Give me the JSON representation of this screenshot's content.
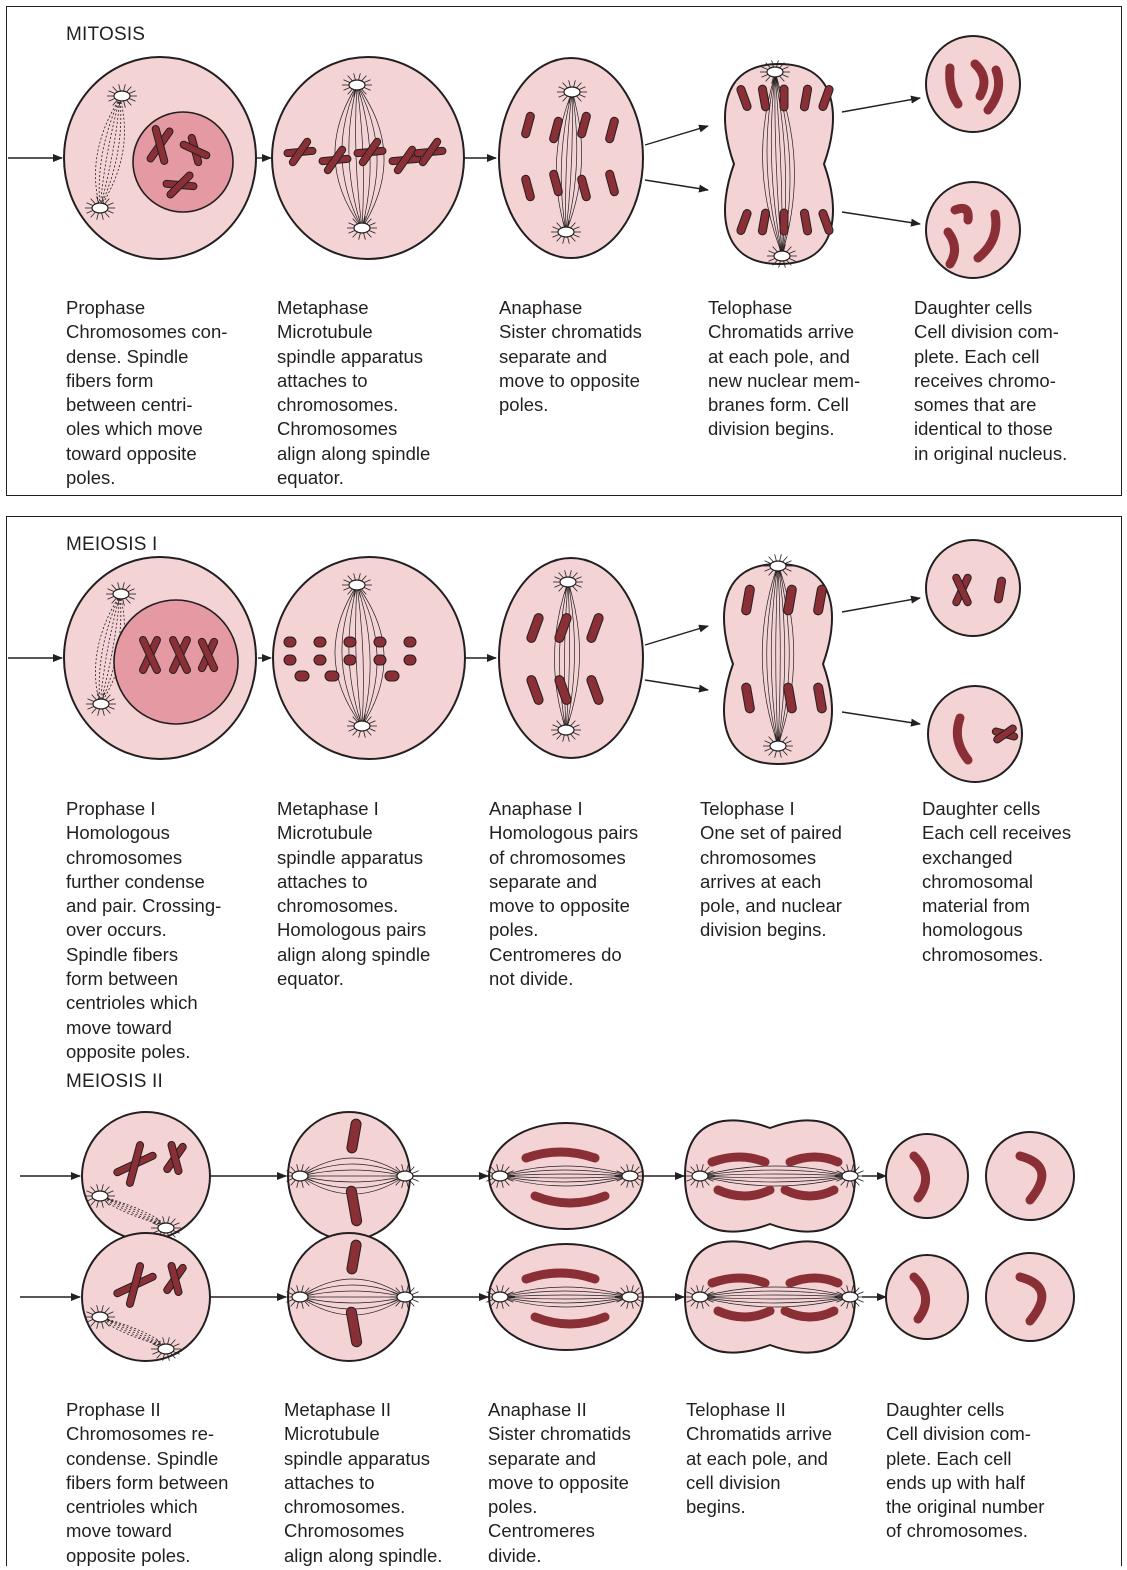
{
  "mitosis": {
    "title": "MITOSIS",
    "stages": [
      {
        "name": "Prophase",
        "desc": "Chromosomes con-\ndense. Spindle\nfibers form\nbetween centri-\noles which move\ntoward opposite\npoles."
      },
      {
        "name": "Metaphase",
        "desc": "Microtubule\nspindle apparatus\nattaches to\nchromosomes.\nChromosomes\nalign along spindle\nequator."
      },
      {
        "name": "Anaphase",
        "desc": "Sister chromatids\nseparate and\nmove to opposite\npoles."
      },
      {
        "name": "Telophase",
        "desc": "Chromatids arrive\nat each pole, and\nnew nuclear mem-\nbranes form. Cell\ndivision begins."
      },
      {
        "name": "Daughter cells",
        "desc": "Cell division com-\nplete. Each cell\nreceives chromo-\nsomes that are\nidentical to those\nin original nucleus."
      }
    ]
  },
  "meiosis1": {
    "title": "MEIOSIS I",
    "stages": [
      {
        "name": "Prophase I",
        "desc": "Homologous\nchromosomes\nfurther condense\nand pair. Crossing-\nover occurs.\nSpindle fibers\nform between\ncentrioles which\nmove toward\nopposite poles."
      },
      {
        "name": "Metaphase I",
        "desc": "Microtubule\nspindle apparatus\nattaches to\nchromosomes.\nHomologous pairs\nalign along spindle\nequator."
      },
      {
        "name": "Anaphase I",
        "desc": "Homologous pairs\nof chromosomes\nseparate and\nmove to opposite\npoles.\nCentromeres do\nnot divide."
      },
      {
        "name": "Telophase I",
        "desc": "One set of paired\nchromosomes\narrives at each\npole, and nuclear\ndivision begins."
      },
      {
        "name": "Daughter cells",
        "desc": "Each cell receives\nexchanged\nchromosomal\nmaterial from\nhomologous\nchromosomes."
      }
    ]
  },
  "meiosis2": {
    "title": "MEIOSIS II",
    "stages": [
      {
        "name": "Prophase II",
        "desc": "Chromosomes re-\ncondense. Spindle\nfibers form between\ncentrioles which\nmove toward\nopposite poles."
      },
      {
        "name": "Metaphase II",
        "desc": "Microtubule\nspindle apparatus\nattaches to\nchromosomes.\nChromosomes\nalign along spindle."
      },
      {
        "name": "Anaphase II",
        "desc": "Sister chromatids\nseparate and\nmove to opposite\npoles.\nCentromeres\ndivide."
      },
      {
        "name": "Telophase II",
        "desc": "Chromatids arrive\nat each pole, and\ncell division\nbegins."
      },
      {
        "name": "Daughter cells",
        "desc": "Cell division com-\nplete. Each cell\nends up with half\nthe original number\nof chromosomes."
      }
    ]
  },
  "colors": {
    "cell_fill": "#f4d3d5",
    "nucleus_fill": "#e59aa3",
    "chromosome_fill": "#8b2f36",
    "outline": "#231f20"
  }
}
